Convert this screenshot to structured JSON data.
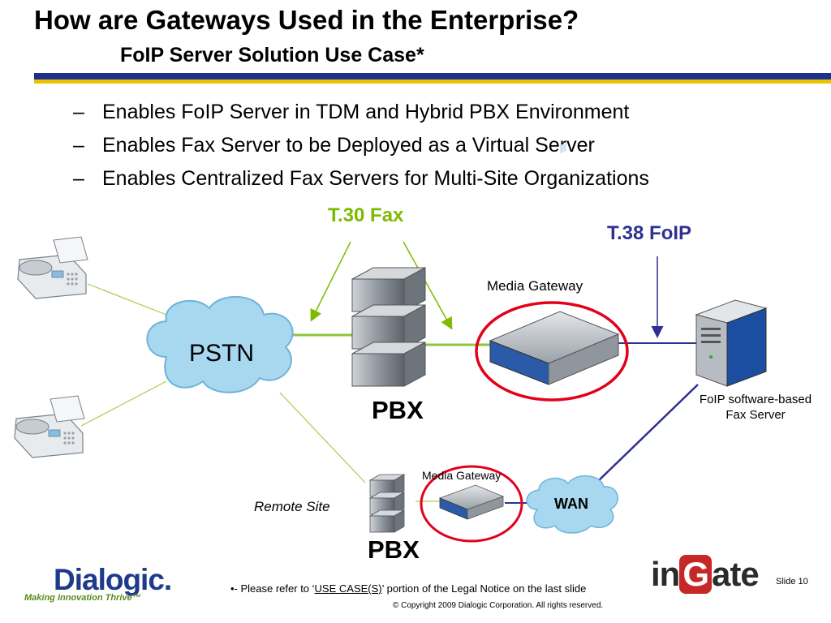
{
  "slide": {
    "title": "How are Gateways Used in the Enterprise?",
    "subtitle": "FoIP Server Solution Use Case*",
    "bullets": [
      "Enables FoIP Server in TDM and Hybrid PBX Environment",
      "Enables Fax Server to be Deployed as a Virtual Server",
      "Enables Centralized Fax Servers for Multi-Site Organizations"
    ],
    "bullet_marker": "–"
  },
  "diagram": {
    "t30_label": "T.30 Fax",
    "t38_label": "T.38 FoIP",
    "pstn_label": "PSTN",
    "wan_label": "WAN",
    "media_gateway_main": "Media Gateway",
    "media_gateway_remote": "Media Gateway",
    "pbx_main": "PBX",
    "pbx_remote": "PBX",
    "fax_server_line1": "FoIP software-based",
    "fax_server_line2": "Fax Server",
    "remote_site": "Remote Site",
    "colors": {
      "t30": "#7dba00",
      "t38": "#2e3192",
      "highlight": "#e3001b",
      "cloud": "#a8d8f0"
    }
  },
  "footer": {
    "note_prefix": "•- Please refer to ‘",
    "note_link": "USE CASE(S)",
    "note_suffix": "’ portion of the Legal Notice on the last slide",
    "copyright": "© Copyright 2009 Dialogic Corporation.  All rights reserved.",
    "slide_number": "Slide 10",
    "dialogic_logo": "Dialogic.",
    "dialogic_tagline": "Making Innovation Thrive™",
    "ingate_prefix": "in",
    "ingate_g": "G",
    "ingate_suffix": "ate"
  }
}
